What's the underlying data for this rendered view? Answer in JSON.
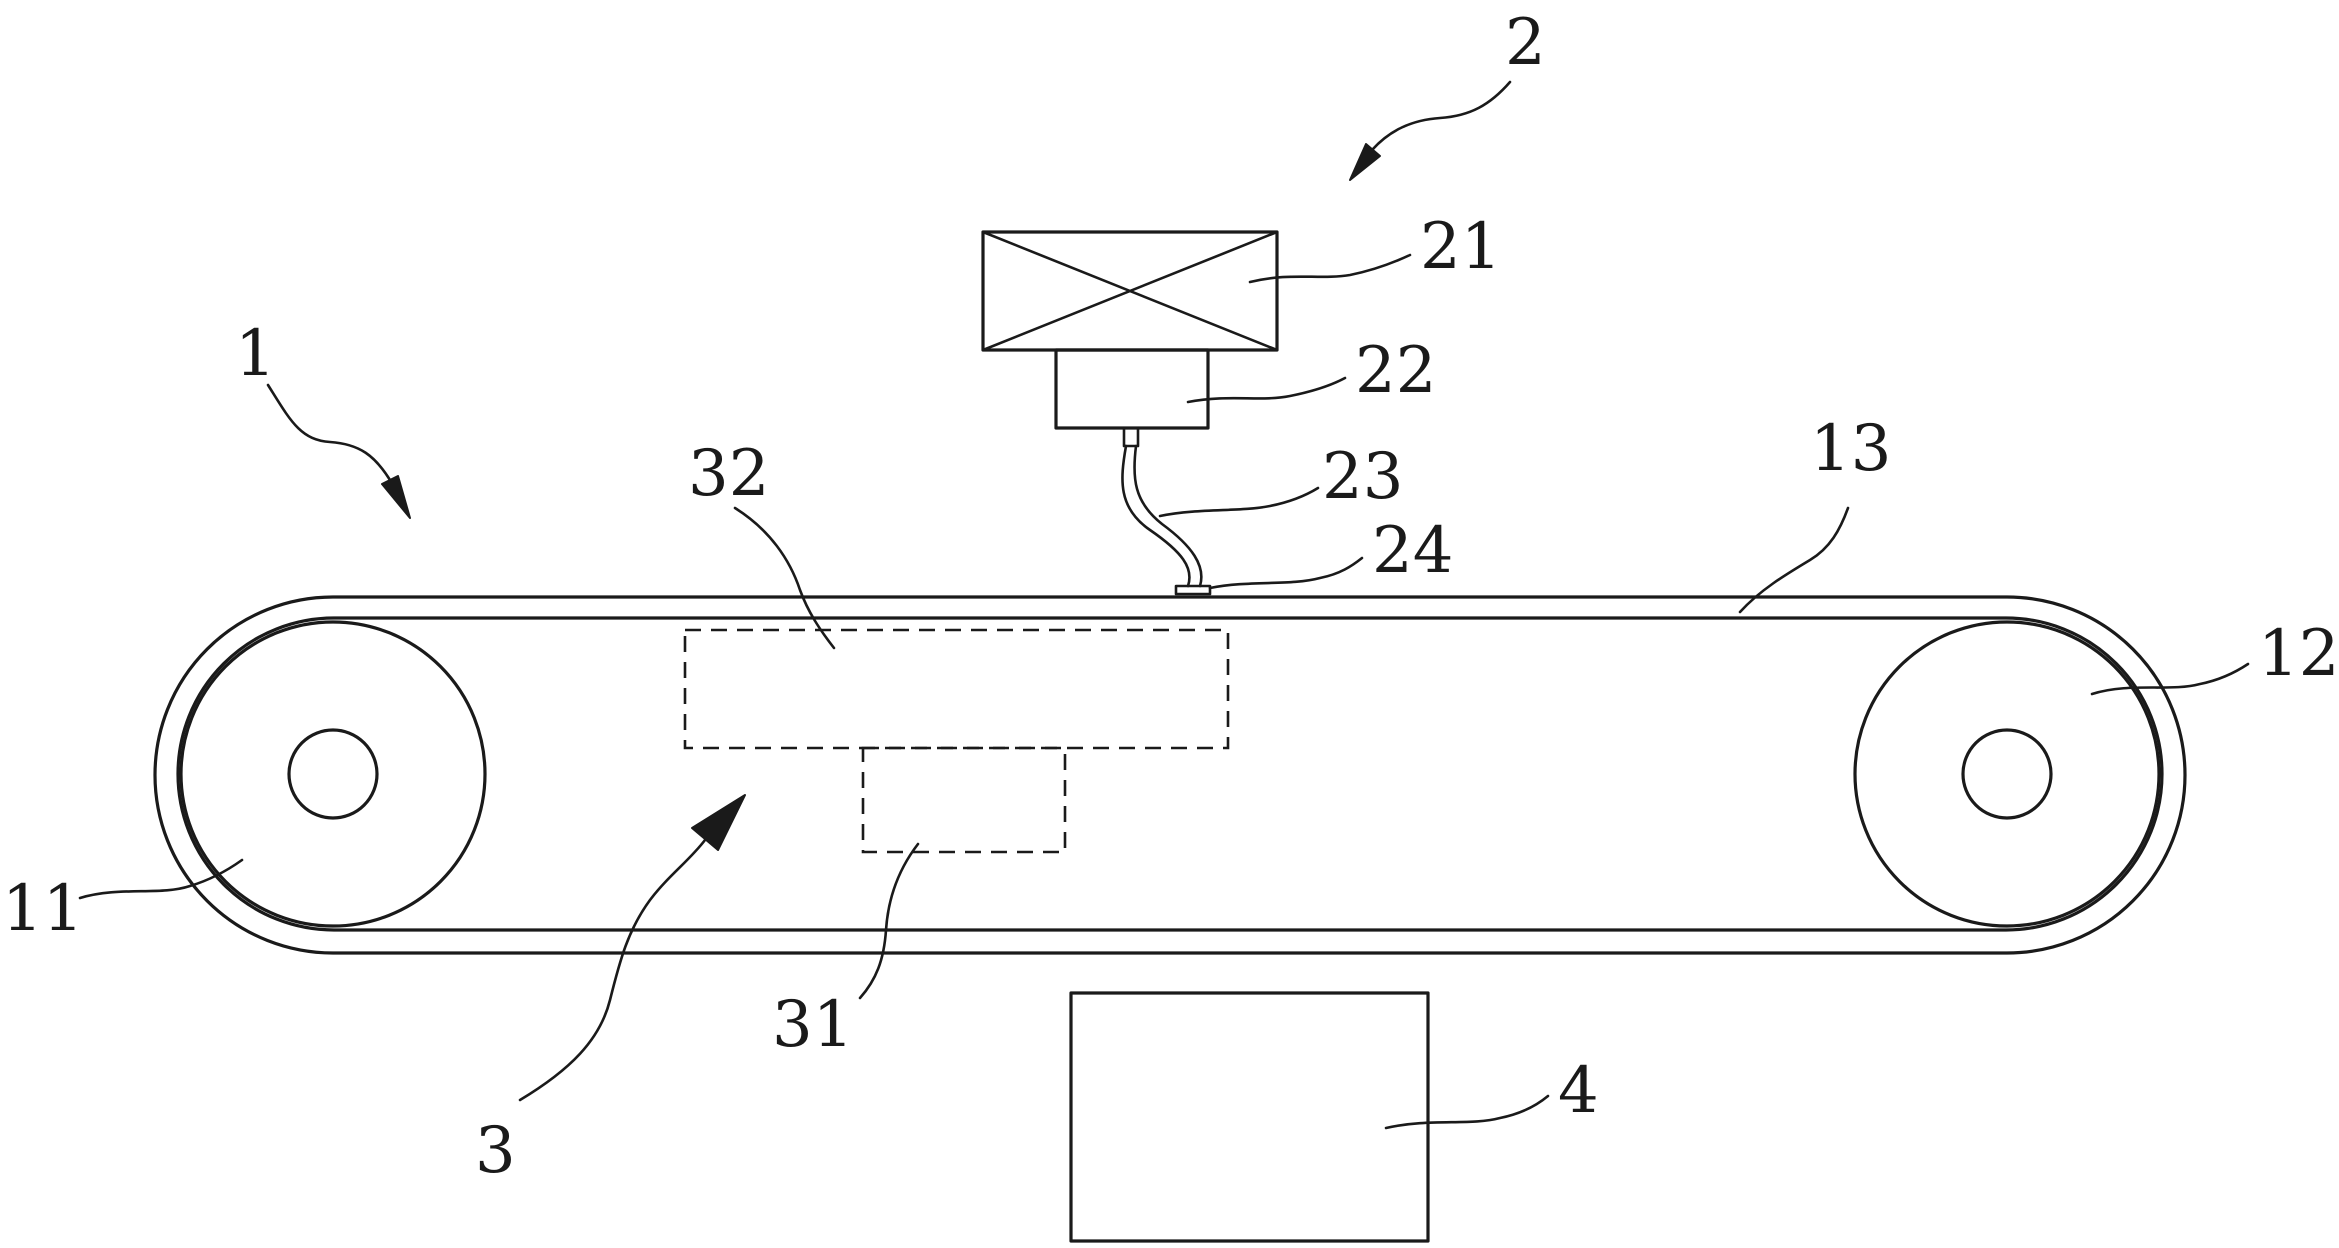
{
  "figure": {
    "labels": {
      "l1": "1",
      "l2": "2",
      "l3": "3",
      "l4": "4",
      "l11": "11",
      "l12": "12",
      "l13": "13",
      "l21": "21",
      "l22": "22",
      "l23": "23",
      "l24": "24",
      "l31": "31",
      "l32": "32"
    },
    "line_color": "#1a1a1a",
    "background_color": "#ffffff"
  }
}
